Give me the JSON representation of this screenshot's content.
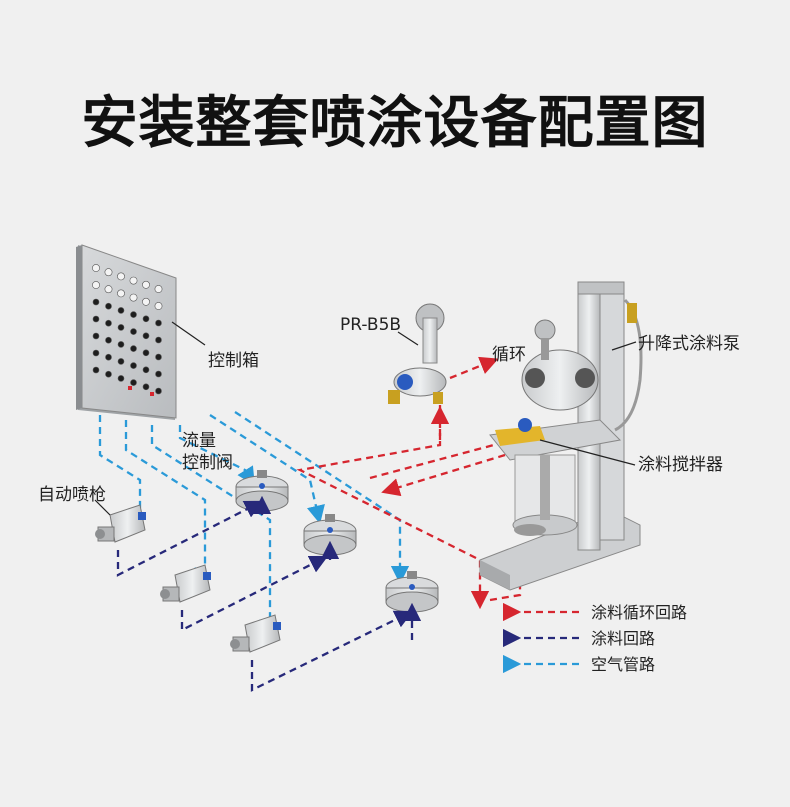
{
  "title": "安装整套喷涂设备配置图",
  "labels": {
    "control_box": "控制箱",
    "flow_valve_line1": "流量",
    "flow_valve_line2": "控制阀",
    "auto_gun": "自动喷枪",
    "pump_model": "PR-B5B",
    "circulation": "循环",
    "lift_pump": "升降式涂料泵",
    "agitator": "涂料搅拌器"
  },
  "legend": [
    {
      "label": "涂料循环回路",
      "color": "#d6262f"
    },
    {
      "label": "涂料回路",
      "color": "#27297a"
    },
    {
      "label": "空气管路",
      "color": "#2a9ad8"
    }
  ]
}
